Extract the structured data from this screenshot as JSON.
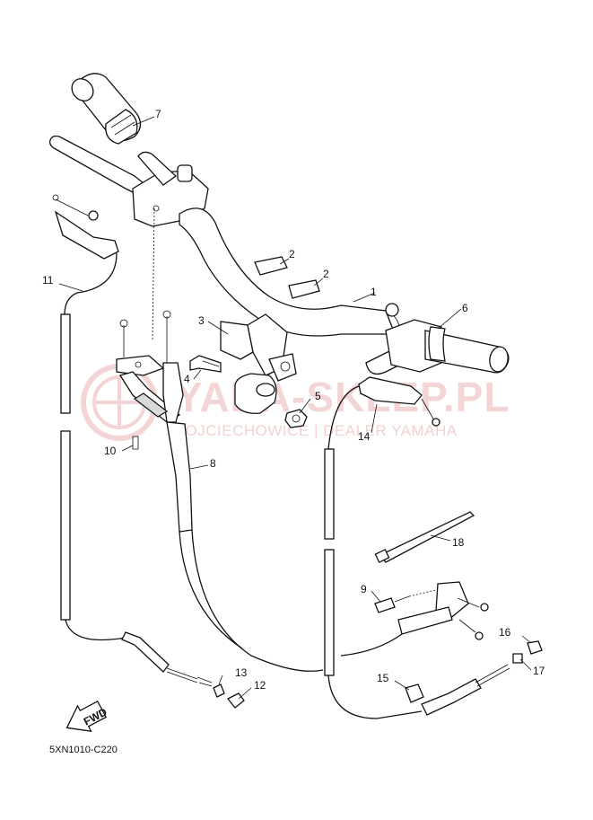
{
  "watermark": {
    "title": "YADA-SKLEP.PL",
    "subtitle": "WOJCIECHOWICE | DEALER YAMAHA"
  },
  "drawing_code": "5XN1010-C220",
  "fwd_label": "FWD",
  "parts": [
    {
      "id": "1",
      "label": "1"
    },
    {
      "id": "2a",
      "label": "2"
    },
    {
      "id": "2b",
      "label": "2"
    },
    {
      "id": "3",
      "label": "3"
    },
    {
      "id": "4",
      "label": "4"
    },
    {
      "id": "5",
      "label": "5"
    },
    {
      "id": "6",
      "label": "6"
    },
    {
      "id": "7",
      "label": "7"
    },
    {
      "id": "8",
      "label": "8"
    },
    {
      "id": "9",
      "label": "9"
    },
    {
      "id": "10",
      "label": "10"
    },
    {
      "id": "11",
      "label": "11"
    },
    {
      "id": "12",
      "label": "12"
    },
    {
      "id": "13",
      "label": "13"
    },
    {
      "id": "14",
      "label": "14"
    },
    {
      "id": "15",
      "label": "15"
    },
    {
      "id": "16",
      "label": "16"
    },
    {
      "id": "17",
      "label": "17"
    },
    {
      "id": "18",
      "label": "18"
    }
  ]
}
